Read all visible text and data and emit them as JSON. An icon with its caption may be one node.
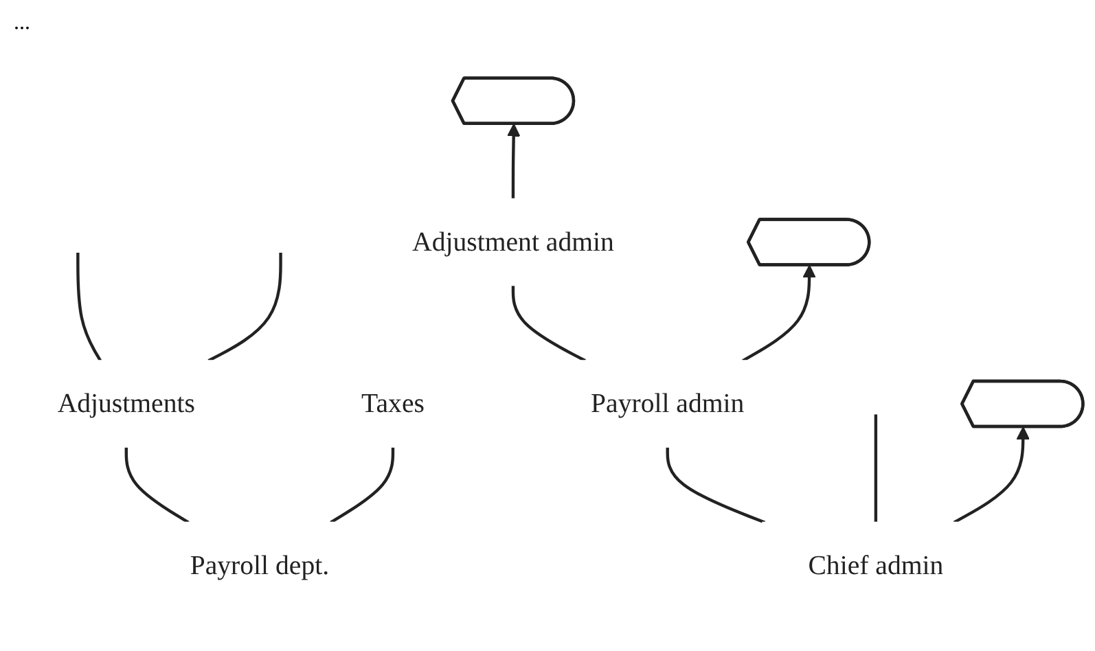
{
  "diagram": {
    "nodes": [
      {
        "text": [
          "Adjustments"
        ]
      },
      {
        "text": [
          "Taxes"
        ]
      },
      {
        "text": [
          "Chief admin"
        ]
      },
      {
        "text": [
          "Payroll dept."
        ]
      },
      {
        "text": [
          "Payroll admin"
        ]
      },
      {
        "text": [
          "Adjustment admin"
        ]
      },
      {
        "text": [],
        "shape": "arc"
      },
      {
        "text": [],
        "shape": "arc"
      },
      {
        "text": [],
        "shape": "arc"
      }
    ],
    "edges": [
      {
        "from": 0,
        "to": null,
        "arrow": "none"
      },
      {
        "from": 0,
        "to": null,
        "arrow": "none"
      },
      {
        "from": 3,
        "to": 0,
        "arrow": "none"
      },
      {
        "from": 3,
        "to": 1,
        "arrow": "none"
      },
      {
        "from": 2,
        "to": 4,
        "arrow": "none"
      },
      {
        "from": 2,
        "to": null,
        "arrow": "none"
      },
      {
        "from": 4,
        "to": 5,
        "arrow": "none"
      },
      {
        "from": 5,
        "to": 6,
        "arrow": "to"
      },
      {
        "from": 4,
        "to": 7,
        "arrow": "to"
      },
      {
        "from": 2,
        "to": 8,
        "arrow": "to"
      }
    ],
    "labels": [
      "..."
    ]
  }
}
